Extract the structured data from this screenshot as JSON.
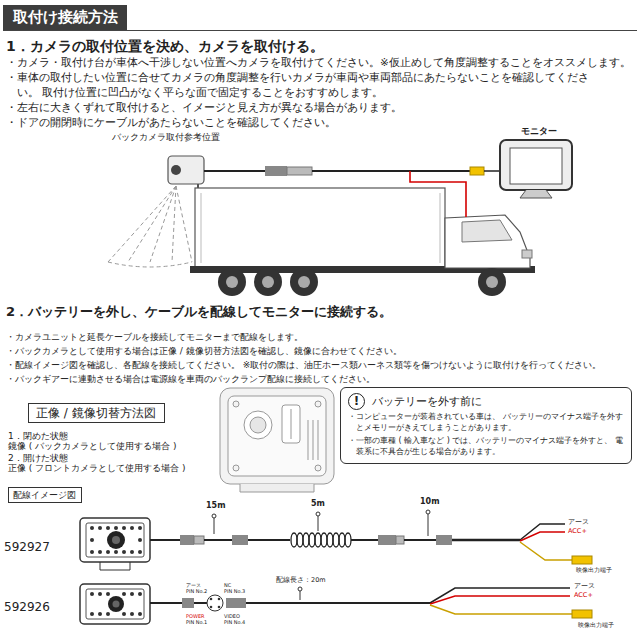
{
  "diagram": {
    "title": "取付け接続方法",
    "nodes": [
      {
        "text": [
          "正像 / 鏡像切替方法図"
        ]
      },
      {
        "text": [
          "バッテリーを外す前に",
          "・コンピューターが装着されている車は、 バッテリーのマイナス端子を外すとメモリーがきえてしまうことがあります。",
          "・一部の車種 ( 輸入車など ) では、バッテリーのマイナス端子を外すと、 電装系に不具合が生じる場合があります。"
        ]
      },
      {
        "text": [
          "!"
        ],
        "in": 1
      },
      {
        "text": [
          "配線イメージ図"
        ]
      }
    ],
    "labels": [
      "1．カメラの取付位置を決め、カメラを取付ける。",
      "・カメラ・取付け台が車体へ干渉しない位置へカメラを取付けてください。※仮止めして角度調整することをオススメします。",
      "・車体の取付したい位置に合せてカメラの角度調整を行いカメラが車両や車両部品にあたらないことを確認してください。 取付け位置に凹凸がなく平らな面で固定することをおすすめします。",
      "・左右に大きくずれて取付けると、イメージと見え方が異なる場合があります。",
      "・ドアの開閉時にケーブルがあたらないことを確認してください。",
      "バックカメラ取付参考位置",
      "モニター",
      "2．バッテリーを外し、ケーブルを配線してモニターに接続する。",
      "・カメラユニットと延長ケーブルを接続してモニターまで配線をします。",
      "・バックカメラとして使用する場合は正像 / 鏡像切替方法図を確認し、鏡像に合わせてください。",
      "・配線イメージ図を確認し、各配線を接続してください。 ※取付の際は、油圧ホース類ハーネス類等を傷つけないように取付けを行ってください。",
      "・バックギアーに連動させる場合は電源線を車両のバックランプ配線に接続してください。",
      "1．閉めた状態",
      "鏡像 ( バックカメラとして使用する場合 )",
      "2．開けた状態",
      "正像 ( フロントカメラとして使用する場合 )",
      "15m",
      "5m",
      "10m",
      "アース",
      "ACC+",
      "映像出力端子",
      "592927",
      "アース",
      "PIN No.2",
      "NC",
      "PIN No.3",
      "POWER",
      "PIN No.1",
      "VIDEO",
      "PIN No.4",
      "配線長さ：20m",
      "アース",
      "ACC+",
      "映像出力端子",
      "592926"
    ]
  }
}
